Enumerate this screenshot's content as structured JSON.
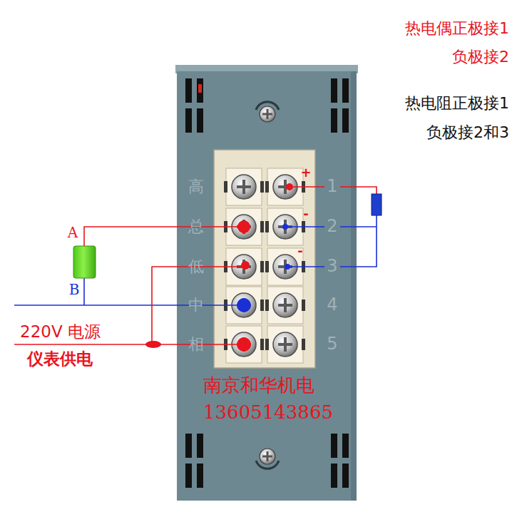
{
  "diagram": {
    "labels": [
      "热电偶正极接1",
      "负极接2",
      "热电阻正极接1",
      "负极接2和3",
      "+",
      "-",
      "-",
      "1",
      "2",
      "3",
      "4",
      "5",
      "高",
      "总",
      "低",
      "中",
      "相",
      "A",
      "B",
      "220V 电源",
      "仪表供电",
      "南京和华机电",
      "13605143865"
    ]
  }
}
